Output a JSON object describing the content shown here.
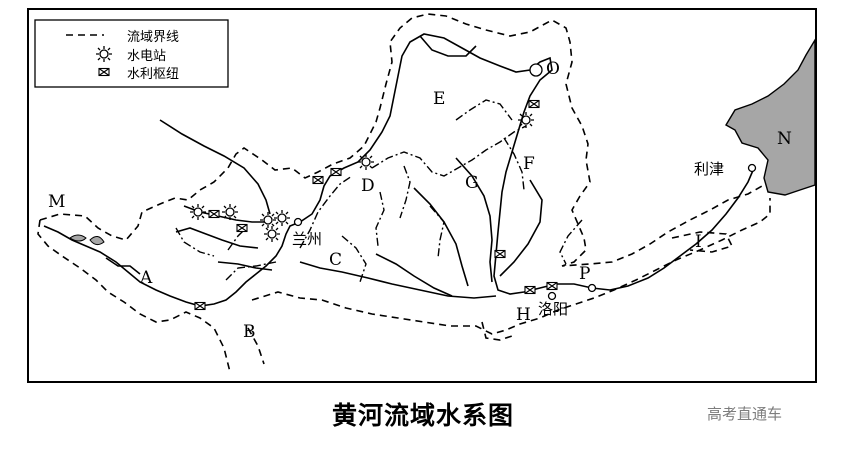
{
  "map": {
    "title": "黄河流域水系图",
    "watermark": "高考直通车",
    "legend": {
      "items": [
        {
          "symbol": "dashed-line",
          "label": "流域界线"
        },
        {
          "symbol": "hydropower-station",
          "label": "水电站"
        },
        {
          "symbol": "water-hub",
          "label": "水利枢纽"
        }
      ]
    },
    "region_labels": {
      "A": "A",
      "B": "B",
      "C": "C",
      "D": "D",
      "E": "E",
      "F": "F",
      "G": "G",
      "H": "H",
      "I": "I",
      "M": "M",
      "N": "N",
      "O": "O",
      "P": "P"
    },
    "cities": {
      "lanzhou": "兰州",
      "luoyang": "洛阳",
      "lijin": "利津"
    },
    "colors": {
      "sea": "#a6a6a6",
      "ink": "#000000",
      "watermark": "#7d7d7d"
    }
  }
}
